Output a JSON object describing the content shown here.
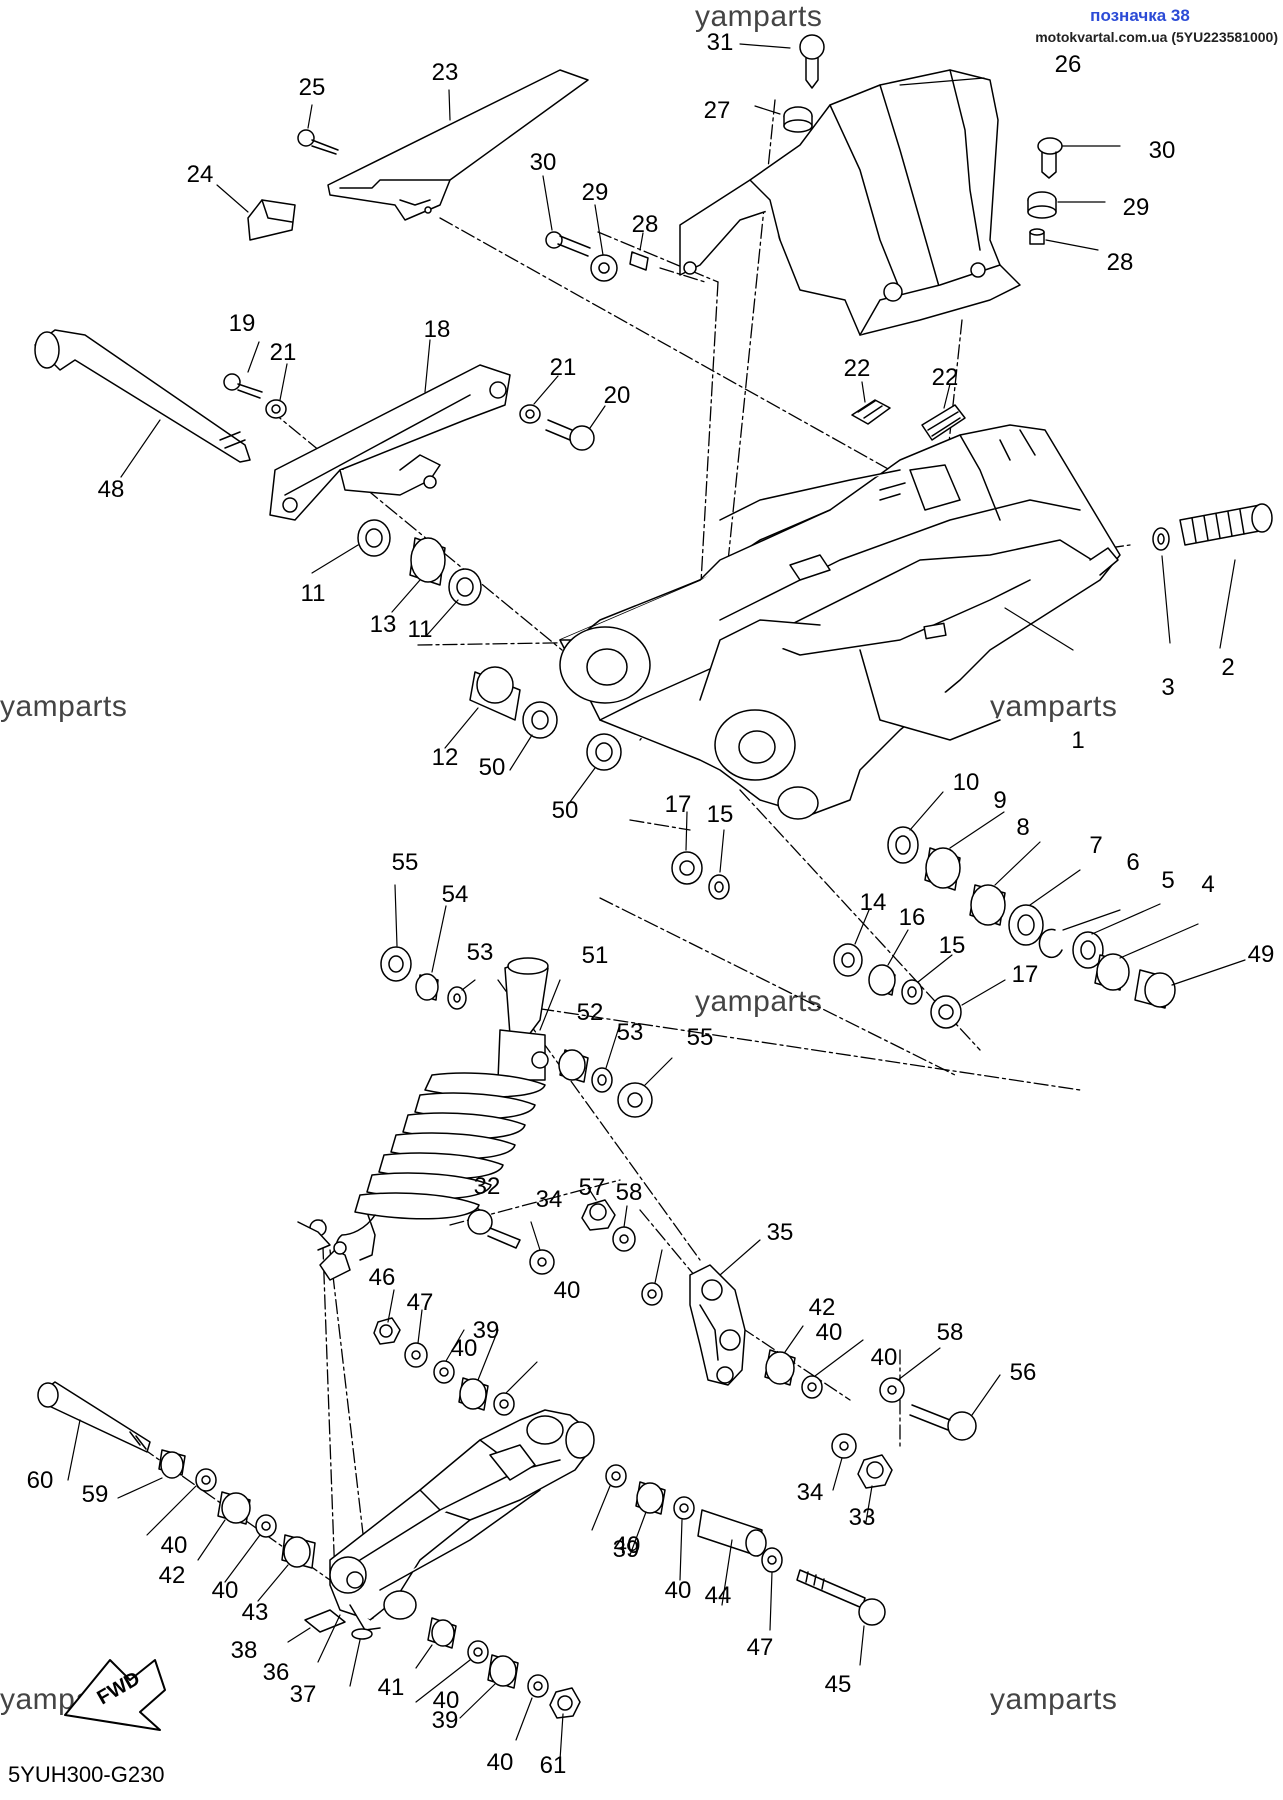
{
  "header": {
    "badge": "позначка 38",
    "site": "motokvartal.com.ua (5YU223581000)"
  },
  "watermark": "yamparts",
  "catalog_code": "5YUH300-G230",
  "fwd_label": "FWD",
  "part_labels": [
    "1",
    "2",
    "3",
    "4",
    "5",
    "6",
    "7",
    "8",
    "9",
    "10",
    "11",
    "11",
    "12",
    "13",
    "14",
    "15",
    "15",
    "16",
    "17",
    "17",
    "18",
    "19",
    "20",
    "21",
    "21",
    "22",
    "22",
    "23",
    "24",
    "25",
    "26",
    "27",
    "28",
    "28",
    "29",
    "29",
    "30",
    "30",
    "31",
    "32",
    "33",
    "34",
    "34",
    "35",
    "36",
    "37",
    "38",
    "39",
    "39",
    "39",
    "40",
    "40",
    "40",
    "40",
    "40",
    "40",
    "40",
    "40",
    "40",
    "40",
    "41",
    "42",
    "42",
    "43",
    "44",
    "45",
    "46",
    "47",
    "47",
    "48",
    "49",
    "50",
    "50",
    "51",
    "52",
    "53",
    "53",
    "54",
    "55",
    "55",
    "56",
    "57",
    "58",
    "58",
    "59",
    "60",
    "61"
  ]
}
